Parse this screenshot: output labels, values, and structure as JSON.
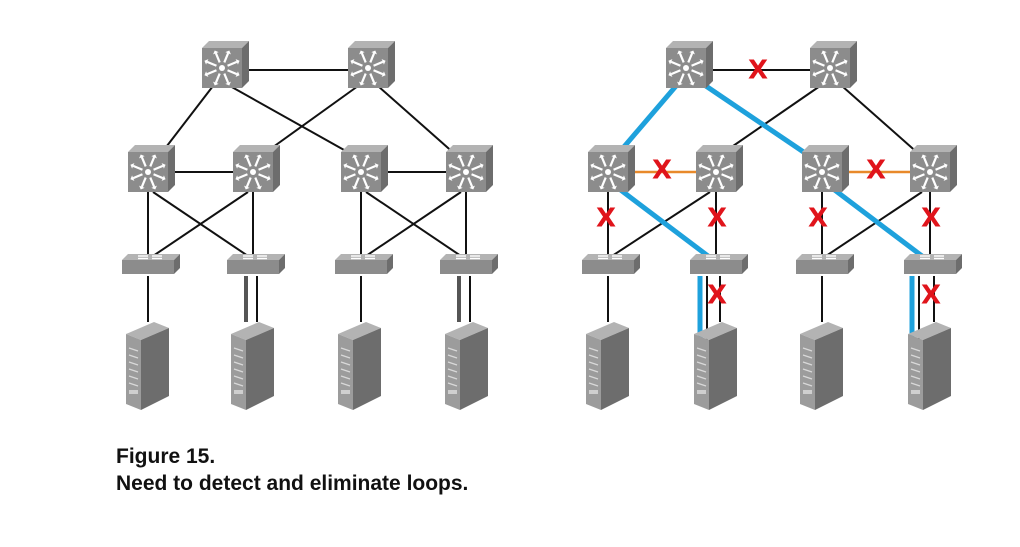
{
  "colors": {
    "background": "#ffffff",
    "link": "#111111",
    "spanning_tree_path": "#1ea1dc",
    "peer_link": "#e8892a",
    "blocked_marker": "#e0141b",
    "device_face": "#8c8c8c",
    "device_top": "#b3b3b3",
    "device_side": "#6d6d6d",
    "icon_glyph": "#ffffff"
  },
  "icons": {
    "core_switch": "router-star-icon",
    "access_switch": "switch-icon",
    "server": "server-tower-icon"
  },
  "blocked_marker_text": "X",
  "caption": {
    "figure_label": "Figure 15.",
    "text": "Need to detect and eliminate loops."
  }
}
